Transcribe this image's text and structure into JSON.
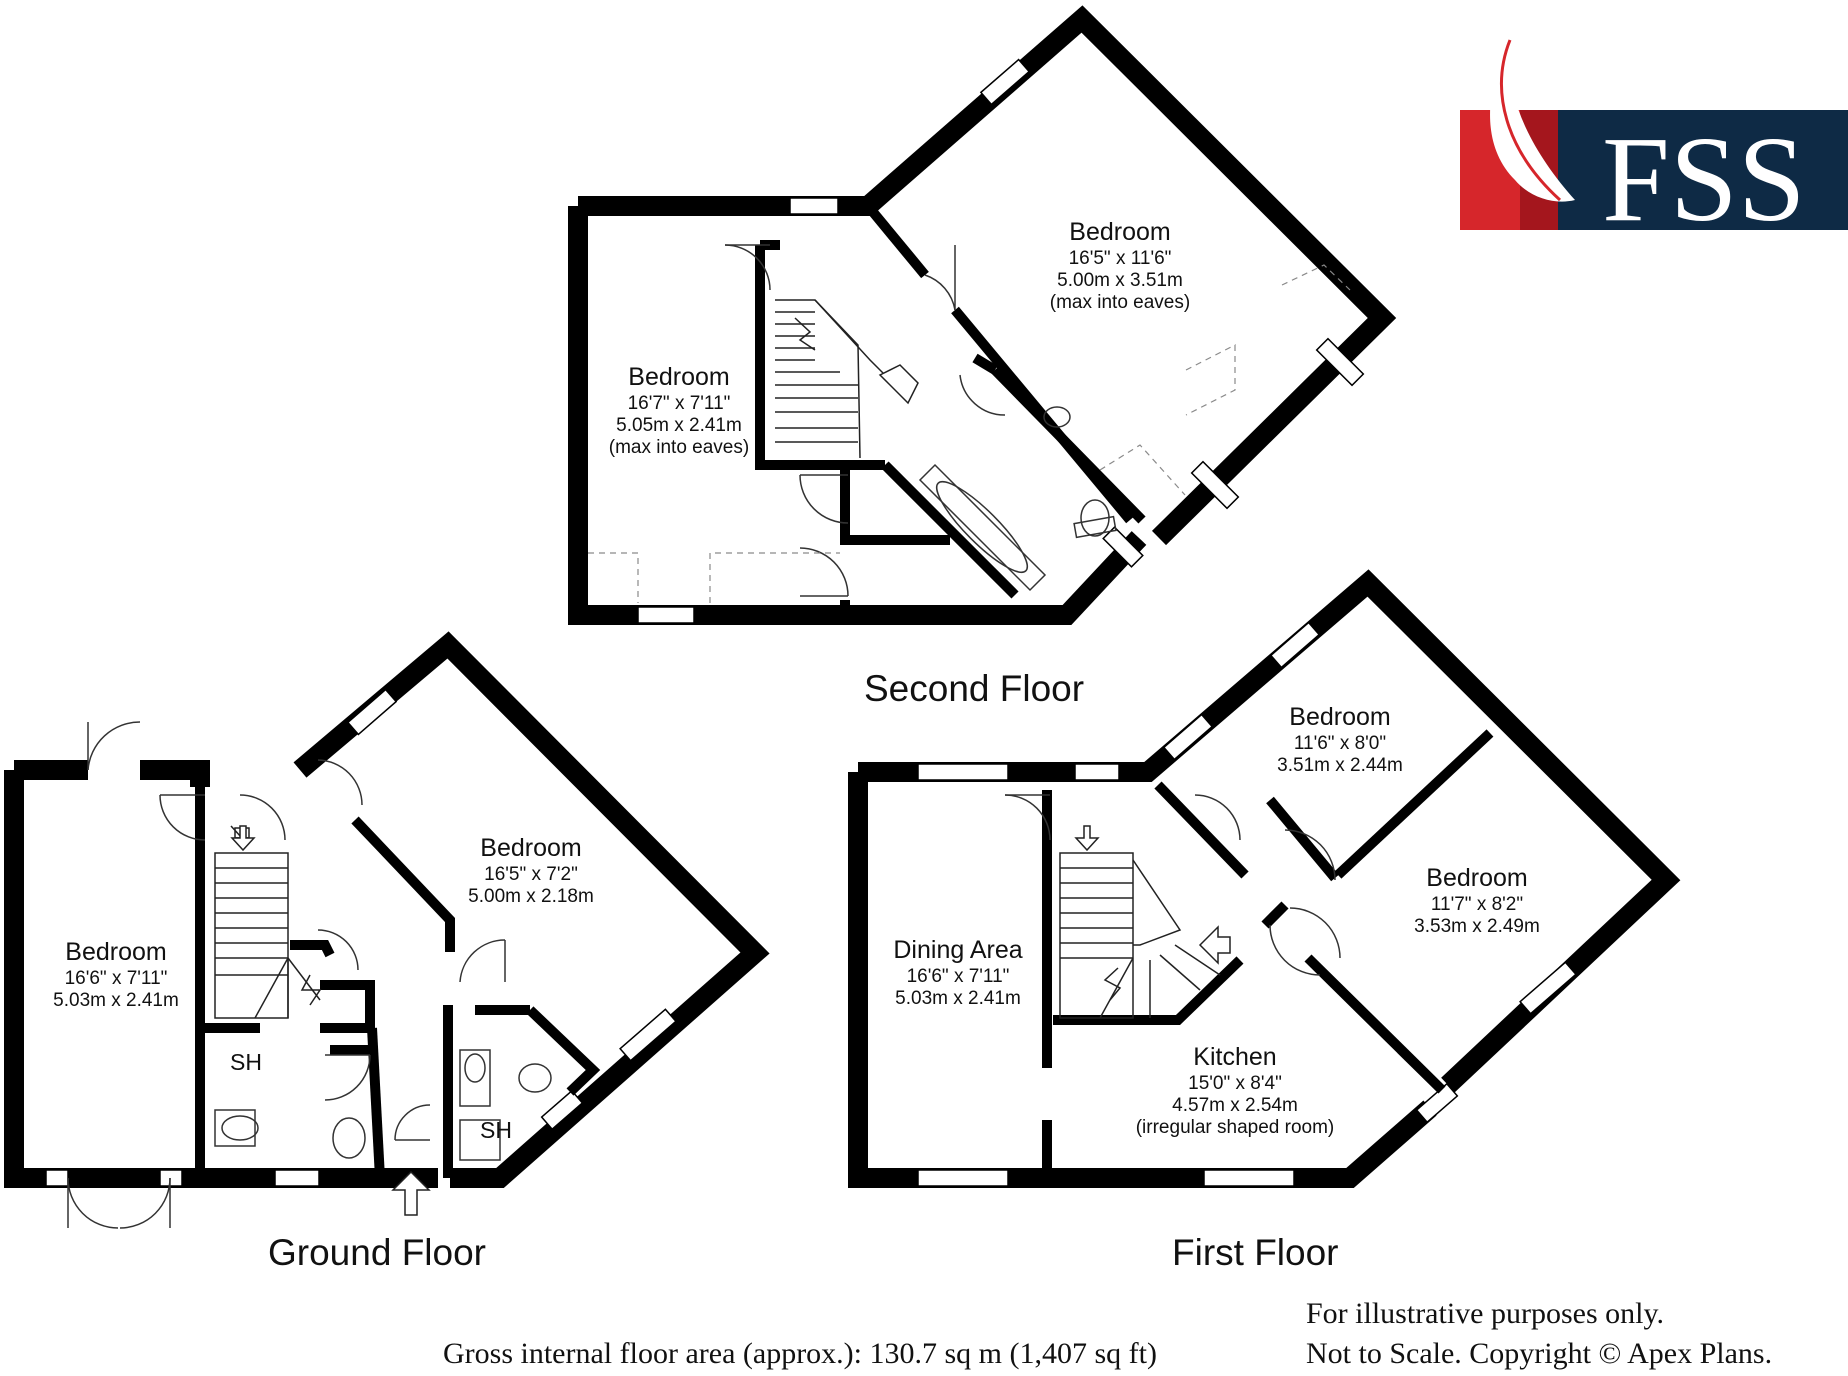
{
  "logo": {
    "text": "FSS",
    "colors": {
      "navy": "#0e2a45",
      "red": "#d6262b",
      "dark_red": "#a4161d"
    }
  },
  "colors": {
    "wall": "#000000",
    "window": "#ffffff",
    "line": "#111111",
    "dashed": "#8a8a8a"
  },
  "floors": {
    "second": {
      "title": "Second Floor",
      "rooms": [
        {
          "name": "Bedroom",
          "dims": [
            "16'7\" x 7'11\"",
            "5.05m x 2.41m",
            "(max into eaves)"
          ]
        },
        {
          "name": "Bedroom",
          "dims": [
            "16'5\" x 11'6\"",
            "5.00m x 3.51m",
            "(max into eaves)"
          ]
        }
      ]
    },
    "ground": {
      "title": "Ground Floor",
      "rooms": [
        {
          "name": "Bedroom",
          "dims": [
            "16'6\" x 7'11\"",
            "5.03m x 2.41m"
          ]
        },
        {
          "name": "Bedroom",
          "dims": [
            "16'5\" x 7'2\"",
            "5.00m x 2.18m"
          ]
        }
      ],
      "shower_labels": [
        "SH",
        "SH"
      ]
    },
    "first": {
      "title": "First Floor",
      "rooms": [
        {
          "name": "Bedroom",
          "dims": [
            "11'6\" x 8'0\"",
            "3.51m x 2.44m"
          ]
        },
        {
          "name": "Bedroom",
          "dims": [
            "11'7\" x 8'2\"",
            "3.53m x 2.49m"
          ]
        },
        {
          "name": "Dining Area",
          "dims": [
            "16'6\" x 7'11\"",
            "5.03m x 2.41m"
          ]
        },
        {
          "name": "Kitchen",
          "dims": [
            "15'0\" x 8'4\"",
            "4.57m x 2.54m",
            "(irregular shaped room)"
          ]
        }
      ]
    }
  },
  "footer": {
    "disclaimer_1": "For illustrative purposes only.",
    "disclaimer_2": "Not to Scale. Copyright © Apex Plans.",
    "gross_area": "Gross internal floor area (approx.): 130.7 sq m (1,407 sq ft)"
  }
}
